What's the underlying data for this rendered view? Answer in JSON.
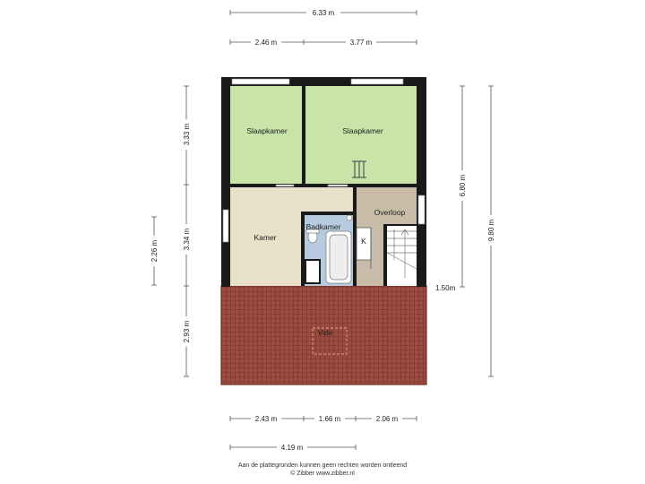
{
  "dimensions": {
    "top_total": "6.33 m",
    "top_left": "2.46 m",
    "top_right": "3.77 m",
    "right_inner": "6.80 m",
    "right_total": "9.80 m",
    "right_stair": "1.50m",
    "left_top": "3.33 m",
    "left_middle": "3.34 m",
    "left_bottom": "2.93 m",
    "left_outer": "2.26 m",
    "bottom_1": "2.43 m",
    "bottom_2": "1.66 m",
    "bottom_3": "2.06 m",
    "bottom_total": "4.19 m"
  },
  "rooms": {
    "bedroom_left": "Slaapkamer",
    "bedroom_right": "Slaapkamer",
    "kamer": "Kamer",
    "badkamer": "Badkamer",
    "overloop": "Overloop",
    "kast": "K",
    "vide": "Vide"
  },
  "colors": {
    "bedroom": "#c9e4a8",
    "kamer": "#e8e0c8",
    "badkamer": "#b7cbe0",
    "overloop": "#c8bca9",
    "vide": "#9c4b40",
    "wall": "#1a1a1a"
  },
  "footer": {
    "line1": "Aan de plattegronden kunnen geen rechten worden ontleend",
    "line2": "© Zibber www.zibber.nl"
  }
}
